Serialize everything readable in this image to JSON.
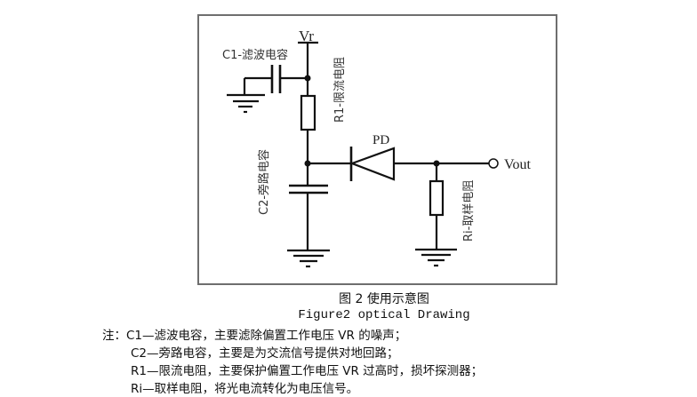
{
  "figure": {
    "caption_cn": "图 2 使用示意图",
    "caption_en": "Figure2 optical Drawing"
  },
  "circuit": {
    "labels": {
      "vr": "Vr",
      "c1": "C1-滤波电容",
      "r1": "R1-限流电阻",
      "c2": "C2-旁路电容",
      "pd": "PD",
      "ri": "Ri-取样电阻",
      "vout": "Vout"
    },
    "components": [
      {
        "id": "C1",
        "type": "capacitor",
        "name": "滤波电容"
      },
      {
        "id": "R1",
        "type": "resistor",
        "name": "限流电阻"
      },
      {
        "id": "C2",
        "type": "capacitor",
        "name": "旁路电容"
      },
      {
        "id": "PD",
        "type": "photodiode",
        "name": "PD"
      },
      {
        "id": "Ri",
        "type": "resistor",
        "name": "取样电阻"
      }
    ]
  },
  "notes": {
    "prefix": "注：",
    "lines": [
      "C1—滤波电容，主要滤除偏置工作电压 VR 的噪声；",
      "C2—旁路电容，主要是为交流信号提供对地回路；",
      "R1—限流电阻，主要保护偏置工作电压 VR 过高时，损坏探测器；",
      "Ri—取样电阻，将光电流转化为电压信号。"
    ]
  }
}
